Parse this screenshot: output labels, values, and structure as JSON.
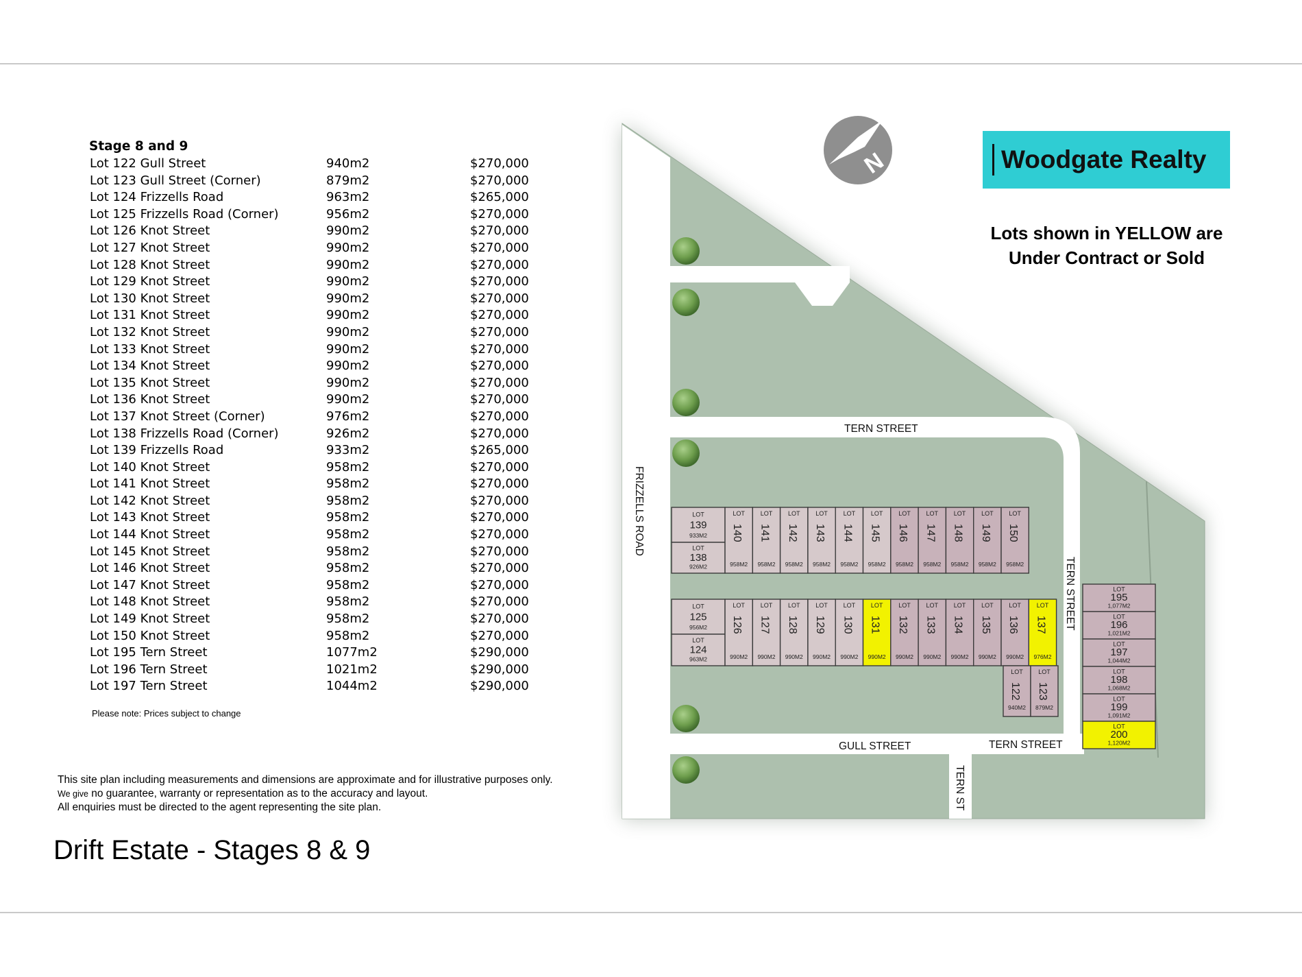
{
  "price_list": {
    "heading": "Stage 8 and 9",
    "rows": [
      {
        "lot": "Lot 122 Gull Street",
        "size": "940m2",
        "price": "$270,000"
      },
      {
        "lot": "Lot 123 Gull Street (Corner)",
        "size": "879m2",
        "price": "$270,000"
      },
      {
        "lot": "Lot 124 Frizzells Road",
        "size": "963m2",
        "price": "$265,000"
      },
      {
        "lot": "Lot 125 Frizzells Road (Corner)",
        "size": "956m2",
        "price": "$270,000"
      },
      {
        "lot": "Lot 126 Knot Street",
        "size": "990m2",
        "price": "$270,000"
      },
      {
        "lot": "Lot 127 Knot Street",
        "size": "990m2",
        "price": "$270,000"
      },
      {
        "lot": "Lot 128 Knot Street",
        "size": "990m2",
        "price": "$270,000"
      },
      {
        "lot": "Lot 129 Knot Street",
        "size": "990m2",
        "price": "$270,000"
      },
      {
        "lot": "Lot 130 Knot Street",
        "size": "990m2",
        "price": "$270,000"
      },
      {
        "lot": "Lot 131 Knot Street",
        "size": "990m2",
        "price": "$270,000"
      },
      {
        "lot": "Lot 132 Knot Street",
        "size": "990m2",
        "price": "$270,000"
      },
      {
        "lot": "Lot 133 Knot Street",
        "size": "990m2",
        "price": "$270,000"
      },
      {
        "lot": "Lot 134 Knot Street",
        "size": "990m2",
        "price": "$270,000"
      },
      {
        "lot": "Lot 135 Knot Street",
        "size": "990m2",
        "price": "$270,000"
      },
      {
        "lot": "Lot 136 Knot Street",
        "size": "990m2",
        "price": "$270,000"
      },
      {
        "lot": "Lot 137 Knot Street (Corner)",
        "size": "976m2",
        "price": "$270,000"
      },
      {
        "lot": "Lot 138 Frizzells Road (Corner)",
        "size": "926m2",
        "price": "$270,000"
      },
      {
        "lot": "Lot 139 Frizzells Road",
        "size": "933m2",
        "price": "$265,000"
      },
      {
        "lot": "Lot 140 Knot Street",
        "size": "958m2",
        "price": "$270,000"
      },
      {
        "lot": "Lot 141 Knot Street",
        "size": "958m2",
        "price": "$270,000"
      },
      {
        "lot": "Lot 142 Knot Street",
        "size": "958m2",
        "price": "$270,000"
      },
      {
        "lot": "Lot 143 Knot Street",
        "size": "958m2",
        "price": "$270,000"
      },
      {
        "lot": "Lot 144 Knot Street",
        "size": "958m2",
        "price": "$270,000"
      },
      {
        "lot": "Lot 145 Knot Street",
        "size": "958m2",
        "price": "$270,000"
      },
      {
        "lot": "Lot 146 Knot Street",
        "size": "958m2",
        "price": "$270,000"
      },
      {
        "lot": "Lot 147 Knot Street",
        "size": "958m2",
        "price": "$270,000"
      },
      {
        "lot": "Lot 148 Knot Street",
        "size": "958m2",
        "price": "$270,000"
      },
      {
        "lot": "Lot 149 Knot Street",
        "size": "958m2",
        "price": "$270,000"
      },
      {
        "lot": "Lot 150 Knot Street",
        "size": "958m2",
        "price": "$270,000"
      },
      {
        "lot": "Lot 195 Tern Street",
        "size": "1077m2",
        "price": "$290,000"
      },
      {
        "lot": "Lot 196 Tern Street",
        "size": "1021m2",
        "price": "$290,000"
      },
      {
        "lot": "Lot 197 Tern Street",
        "size": "1044m2",
        "price": "$290,000"
      }
    ],
    "note": "Please note: Prices subject to change"
  },
  "disclaimer": {
    "line1": "This site plan including measurements and dimensions are approximate and for illustrative purposes only.",
    "line2_small": "We give",
    "line2_rest": " no guarantee, warranty or representation as to the accuracy and layout.",
    "line3": "All enquiries must be directed to the agent representing the site plan."
  },
  "estate_title": "Drift Estate - Stages 8 & 9",
  "brand": {
    "name": "Woodgate Realty",
    "color": "#2fcdd3"
  },
  "legend": {
    "line1": "Lots shown in YELLOW are",
    "line2": "Under Contract or Sold"
  },
  "north_label": "N",
  "lot_word": "LOT",
  "streets": {
    "tern_top": "TERN STREET",
    "frizzells": "FRIZZELLS ROAD",
    "tern_side": "TERN STREET",
    "gull": "GULL STREET",
    "tern_bottom": "TERN STREET",
    "tern_st": "TERN ST"
  },
  "colors": {
    "available": "#d6c9cb",
    "available_dark": "#c8b2ba",
    "sold": "#f2f200",
    "grass": "#adc0ae",
    "road": "#ffffff"
  },
  "lots": [
    {
      "num": "139",
      "area": "933M2",
      "status": "available"
    },
    {
      "num": "138",
      "area": "926M2",
      "status": "available"
    },
    {
      "num": "140",
      "area": "958M2",
      "status": "available"
    },
    {
      "num": "141",
      "area": "958M2",
      "status": "available"
    },
    {
      "num": "142",
      "area": "958M2",
      "status": "available"
    },
    {
      "num": "143",
      "area": "958M2",
      "status": "available"
    },
    {
      "num": "144",
      "area": "958M2",
      "status": "available"
    },
    {
      "num": "145",
      "area": "958M2",
      "status": "available"
    },
    {
      "num": "146",
      "area": "958M2",
      "status": "available_dark"
    },
    {
      "num": "147",
      "area": "958M2",
      "status": "available_dark"
    },
    {
      "num": "148",
      "area": "958M2",
      "status": "available_dark"
    },
    {
      "num": "149",
      "area": "958M2",
      "status": "available_dark"
    },
    {
      "num": "150",
      "area": "958M2",
      "status": "available_dark"
    },
    {
      "num": "125",
      "area": "956M2",
      "status": "available"
    },
    {
      "num": "124",
      "area": "963M2",
      "status": "available"
    },
    {
      "num": "126",
      "area": "990M2",
      "status": "available"
    },
    {
      "num": "127",
      "area": "990M2",
      "status": "available"
    },
    {
      "num": "128",
      "area": "990M2",
      "status": "available"
    },
    {
      "num": "129",
      "area": "990M2",
      "status": "available"
    },
    {
      "num": "130",
      "area": "990M2",
      "status": "available"
    },
    {
      "num": "131",
      "area": "990M2",
      "status": "sold"
    },
    {
      "num": "132",
      "area": "990M2",
      "status": "available_dark"
    },
    {
      "num": "133",
      "area": "990M2",
      "status": "available_dark"
    },
    {
      "num": "134",
      "area": "990M2",
      "status": "available_dark"
    },
    {
      "num": "135",
      "area": "990M2",
      "status": "available_dark"
    },
    {
      "num": "136",
      "area": "990M2",
      "status": "available_dark"
    },
    {
      "num": "137",
      "area": "976M2",
      "status": "sold"
    },
    {
      "num": "122",
      "area": "940M2",
      "status": "available_dark"
    },
    {
      "num": "123",
      "area": "879M2",
      "status": "available_dark"
    },
    {
      "num": "195",
      "area": "1,077M2",
      "status": "available_dark"
    },
    {
      "num": "196",
      "area": "1,021M2",
      "status": "available_dark"
    },
    {
      "num": "197",
      "area": "1,044M2",
      "status": "available_dark"
    },
    {
      "num": "198",
      "area": "1,068M2",
      "status": "available_dark"
    },
    {
      "num": "199",
      "area": "1,091M2",
      "status": "available_dark"
    },
    {
      "num": "200",
      "area": "1,120M2",
      "status": "sold"
    }
  ]
}
